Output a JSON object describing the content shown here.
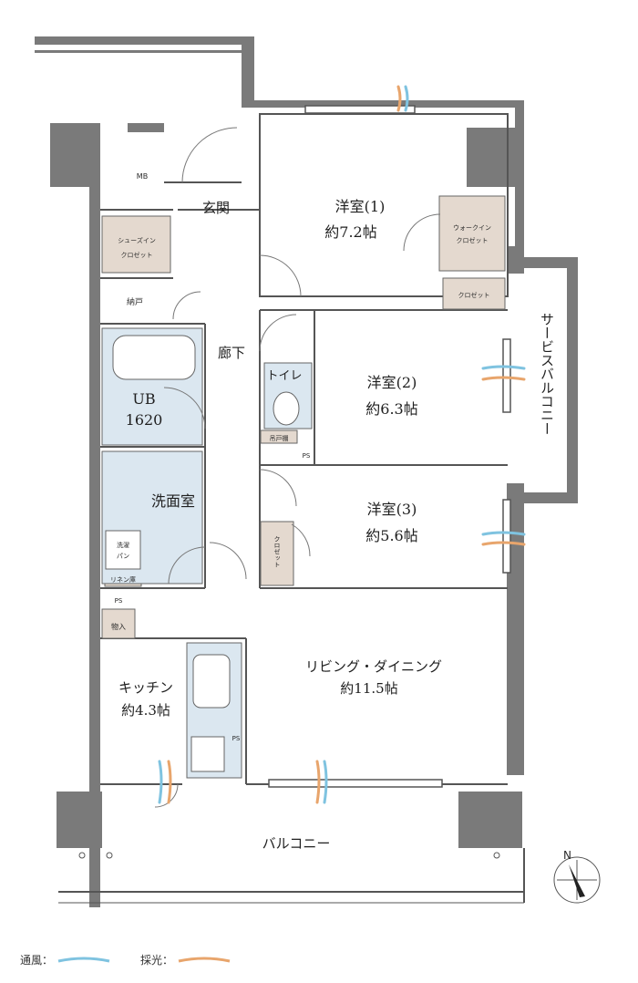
{
  "rooms": {
    "western1_name": "洋室(1)",
    "western1_size": "約7.2帖",
    "western2_name": "洋室(2)",
    "western2_size": "約6.3帖",
    "western3_name": "洋室(3)",
    "western3_size": "約5.6帖",
    "ldk_name": "リビング・ダイニング",
    "ldk_size": "約11.5帖",
    "kitchen_name": "キッチン",
    "kitchen_size": "約4.3帖",
    "entrance": "玄関",
    "hallway": "廊下",
    "toilet": "トイレ",
    "bath": "UB",
    "bath_size": "1620",
    "washroom": "洗面室",
    "balcony": "バルコニー",
    "service_balcony": "サービスバルコニー"
  },
  "storage": {
    "mb": "MB",
    "shoes_in_1": "シューズイン",
    "shoes_in_2": "クロゼット",
    "nando": "納戸",
    "walk_in_1": "ウォークイン",
    "walk_in_2": "クロゼット",
    "closet1": "クロゼット",
    "closet3": "クロゼット",
    "hanging_shelf": "吊戸棚",
    "ps": "PS",
    "washer_pan_1": "洗濯",
    "washer_pan_2": "パン",
    "linen": "リネン庫",
    "monoire": "物入"
  },
  "legend": {
    "ventilation": "通風：",
    "daylight": "採光：",
    "ventilation_color": "#7fc3e0",
    "daylight_color": "#e8a56c"
  },
  "compass": {
    "label": "N"
  },
  "colors": {
    "wall": "#6f6f6f",
    "storage_fill": "#e4d9cf",
    "bath_fill": "#dbe7f0",
    "kitchen_fill": "#dbe7f0"
  }
}
